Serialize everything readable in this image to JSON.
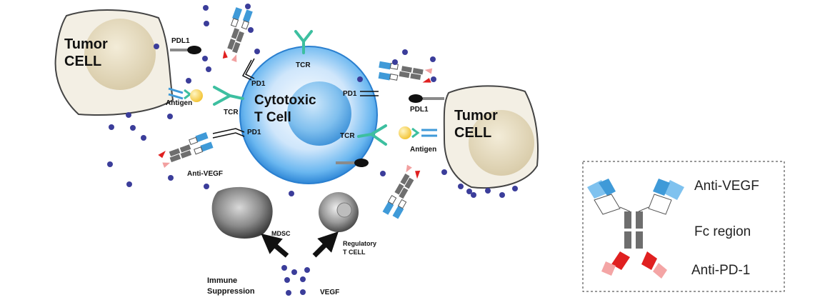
{
  "labels": {
    "tumor_left": "Tumor\nCELL",
    "tumor_right": "Tumor\nCELL",
    "cytotoxic": "Cytotoxic\nT Cell",
    "pdl1_top_left": "PDL1",
    "pdl1_right": "PDL1",
    "pd1_top": "PD1",
    "pd1_right": "PD1",
    "pd1_left": "PD1",
    "tcr_top": "TCR",
    "tcr_left": "TCR",
    "tcr_right": "TCR",
    "antigen_left": "Antigen",
    "antigen_right": "Antigen",
    "anti_vegf_label": "Anti-VEGF",
    "mdsc": "MDSC",
    "regulatory": "Regulatory\nT CELL",
    "immune": "Immune\nSuppression",
    "vegf": "VEGF"
  },
  "legend": {
    "anti_vegf": "Anti-VEGF",
    "fc_region": "Fc region",
    "anti_pd1": "Anti-PD-1"
  },
  "colors": {
    "vegf_dot": "#3b3d9a",
    "tcell_blue": "#5fb2ef",
    "tumor_fill": "#f2eee2",
    "nucleus_fill": "#e6dcc1",
    "tcr_teal": "#3dbfa0",
    "anti_vegf_blue": "#3f9ad8",
    "anti_pd1_red": "#e02020",
    "fc_gray": "#6e6e6e"
  }
}
